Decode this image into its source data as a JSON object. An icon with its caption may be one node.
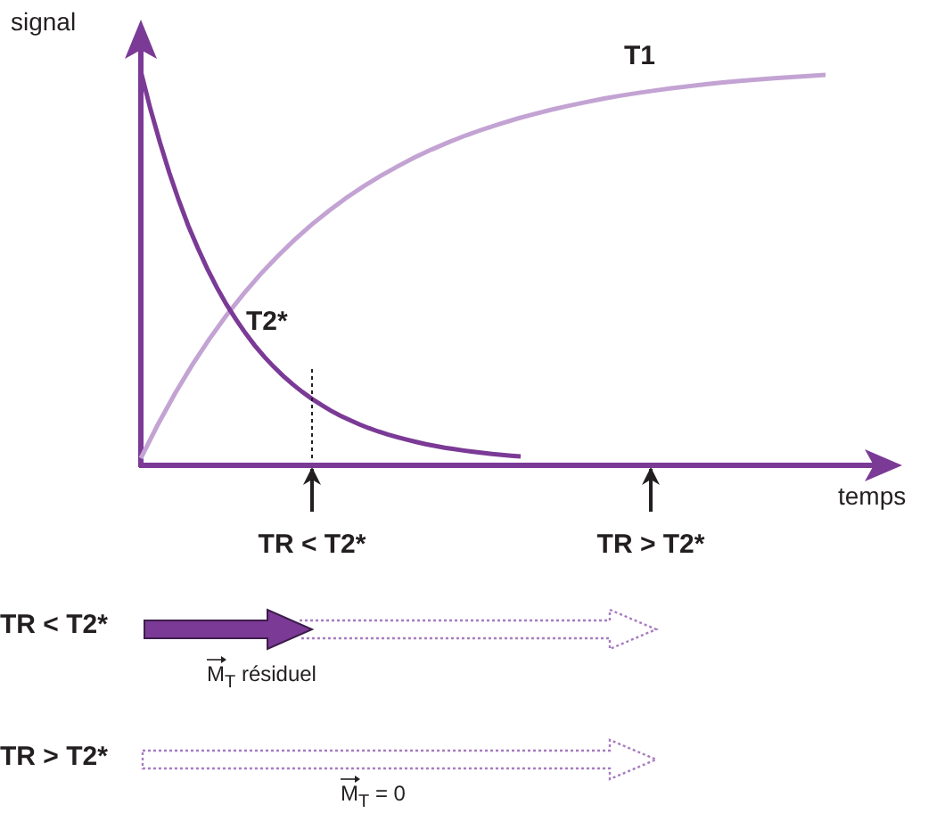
{
  "diagram": {
    "nodes": [
      {
        "text": [
          "TR < T2*"
        ]
      },
      {
        "text": [
          "TR > T2*"
        ]
      }
    ],
    "edges": [
      {
        "from": 0,
        "to": null,
        "arrow": "to"
      },
      {
        "from": 1,
        "to": null,
        "arrow": "to"
      }
    ],
    "labels": [
      "signal",
      "T1",
      "T2*",
      "temps",
      "TR < T2*",
      "M$_{T}$ résiduel",
      "TR > T2*",
      "M$_{T}$ = 0"
    ]
  }
}
